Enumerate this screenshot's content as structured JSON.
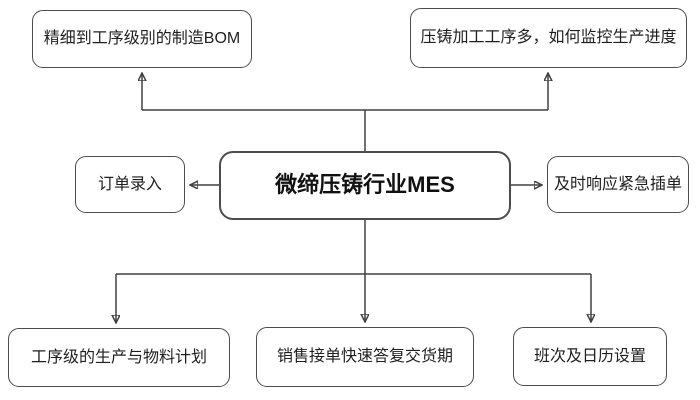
{
  "diagram": {
    "center_node": {
      "label": "微缔压铸行业MES"
    },
    "top_nodes": [
      {
        "label": "精细到工序级别的制造BOM"
      },
      {
        "label": "压铸加工工序多，如何监控生产进度"
      }
    ],
    "left_node": {
      "label": "订单录入"
    },
    "right_node": {
      "label": "及时响应紧急插单"
    },
    "bottom_nodes": [
      {
        "label": "工序级的生产与物料计划"
      },
      {
        "label": "销售接单快速答复交货期"
      },
      {
        "label": "班次及日历设置"
      }
    ],
    "colors": {
      "background": "#ffffff",
      "box_border": "#4d4d4d",
      "connector_line": "#404040",
      "arrowhead": "#1a1a1a",
      "text": "#1f1f1f"
    }
  }
}
